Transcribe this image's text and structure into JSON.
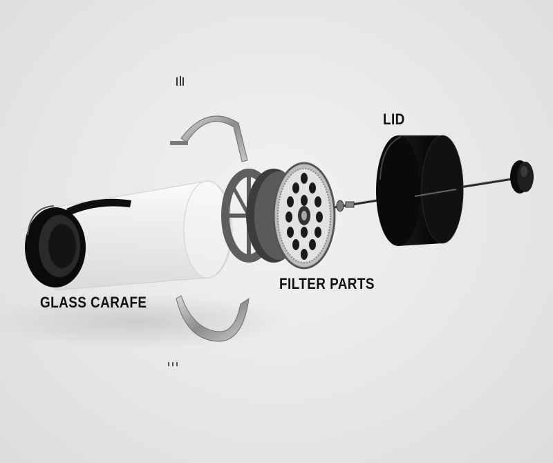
{
  "labels": {
    "glass_carafe": "GLASS CARAFE",
    "filter_parts": "FILTER PARTS",
    "lid": "LID"
  },
  "colors": {
    "background": "#e8e8e8",
    "dark_part": "#0d0d0d",
    "metal": "#9a9a9a",
    "glass": "#f4f4f4"
  },
  "icons": {
    "carafe": "glass-carafe-icon",
    "frame": "metal-frame-icon",
    "filter": "filter-plate-icon",
    "lid": "lid-icon",
    "plunger": "plunger-rod-icon",
    "knob": "plunger-knob-icon"
  }
}
